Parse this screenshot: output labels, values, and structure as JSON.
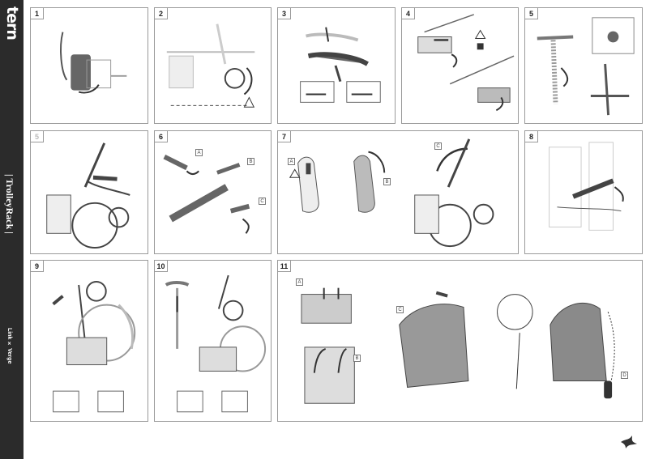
{
  "sidebar": {
    "brand": "tern",
    "product": "| TrolleyRack |",
    "compat": "Link × Verge"
  },
  "steps": [
    {
      "num": "1"
    },
    {
      "num": "2"
    },
    {
      "num": "3"
    },
    {
      "num": "4"
    },
    {
      "num": "5"
    },
    {
      "num": "5"
    },
    {
      "num": "6"
    },
    {
      "num": "7"
    },
    {
      "num": "8"
    },
    {
      "num": "9"
    },
    {
      "num": "10"
    },
    {
      "num": "11"
    }
  ],
  "substep_labels": {
    "step6": [
      "A",
      "B",
      "C"
    ],
    "step7": [
      "A",
      "B",
      "C"
    ],
    "step11": [
      "A",
      "B",
      "C",
      "D"
    ]
  },
  "colors": {
    "sidebar": "#2b2b2b",
    "panel_border": "#9a9a9a",
    "line_art": "#444444"
  },
  "icons": [
    "warning-icon",
    "lock-icon",
    "arrow-icon",
    "tern-bird-logo"
  ]
}
